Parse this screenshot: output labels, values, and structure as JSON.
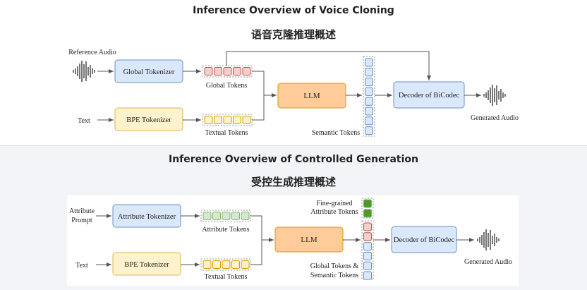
{
  "panels": {
    "voice_cloning": {
      "title_en": "Inference Overview of Voice Cloning",
      "title_zh": "语音克隆推理概述",
      "labels": {
        "reference_audio": "Reference Audio",
        "global_tokenizer": "Global Tokenizer",
        "global_tokens": "Global Tokens",
        "text": "Text",
        "bpe_tokenizer": "BPE Tokenizer",
        "textual_tokens": "Textual Tokens",
        "llm": "LLM",
        "semantic_tokens": "Semantic Tokens",
        "decoder": "Decoder of BiCodec",
        "generated_audio": "Generated Audio"
      }
    },
    "controlled_generation": {
      "title_en": "Inference Overview of Controlled Generation",
      "title_zh": "受控生成推理概述",
      "labels": {
        "attribute_prompt_line1": "Attribute",
        "attribute_prompt_line2": "Prompt",
        "attribute_tokenizer": "Attribute Tokenizer",
        "attribute_tokens": "Attribute Tokens",
        "text": "Text",
        "bpe_tokenizer": "BPE Tokenizer",
        "textual_tokens": "Textual Tokens",
        "llm": "LLM",
        "fine_grained_line1": "Fine-grained",
        "fine_grained_line2": "Attribute Tokens",
        "global_semantic_line1": "Global Tokens &",
        "global_semantic_line2": "Semantic Tokens",
        "decoder": "Decoder of BiCodec",
        "generated_audio": "Generated Audio"
      }
    }
  },
  "colors": {
    "blue_box": "#dae8fc",
    "blue_border": "#6c8ebf",
    "orange_box": "#ffcc99",
    "orange_border": "#d79b00",
    "yellow_box": "#fff2cc",
    "yellow_border": "#d6b656",
    "red_token": "#f8cecc",
    "red_border": "#b85450",
    "green_token": "#d5e8d4",
    "green_border": "#82b366",
    "dark_green_token": "#4d9a2c",
    "blue_token": "#dae8fc",
    "waveform": "#555555"
  }
}
